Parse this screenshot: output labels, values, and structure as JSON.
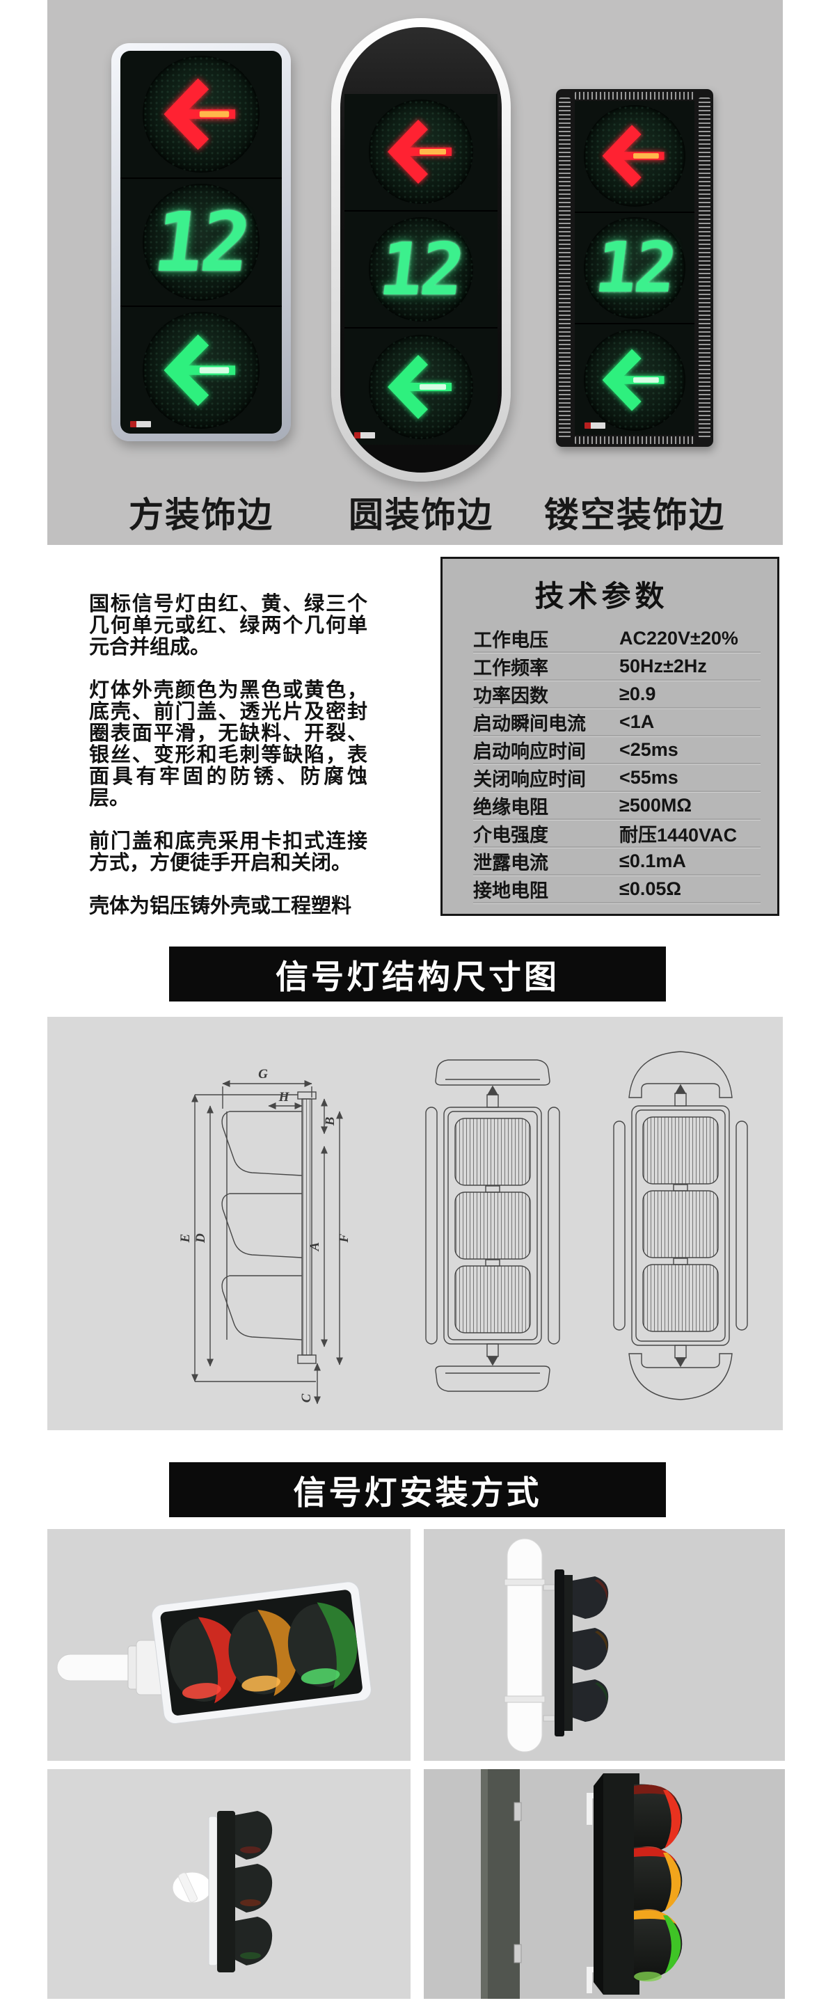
{
  "products": {
    "items": [
      {
        "label": "方装饰边"
      },
      {
        "label": "圆装饰边"
      },
      {
        "label": "镂空装饰边"
      }
    ],
    "countdown": "12"
  },
  "description": {
    "paragraphs": [
      "国标信号灯由红、黄、绿三个几何单元或红、绿两个几何单元合并组成。",
      "灯体外壳颜色为黑色或黄色，底壳、前门盖、透光片及密封圈表面平滑，无缺料、开裂、银丝、变形和毛刺等缺陷，表面具有牢固的防锈、防腐蚀层。",
      "前门盖和底壳采用卡扣式连接方式，方便徒手开启和关闭。",
      "壳体为铝压铸外壳或工程塑料"
    ]
  },
  "specs": {
    "title": "技术参数",
    "rows": [
      {
        "label": "工作电压",
        "value": "AC220V±20%"
      },
      {
        "label": "工作频率",
        "value": "50Hz±2Hz"
      },
      {
        "label": "功率因数",
        "value": "≥0.9"
      },
      {
        "label": "启动瞬间电流",
        "value": "<1A"
      },
      {
        "label": "启动响应时间",
        "value": "<25ms"
      },
      {
        "label": "关闭响应时间",
        "value": "<55ms"
      },
      {
        "label": "绝缘电阻",
        "value": "≥500MΩ"
      },
      {
        "label": "介电强度",
        "value": "耐压1440VAC"
      },
      {
        "label": "泄露电流",
        "value": "≤0.1mA"
      },
      {
        "label": "接地电阻",
        "value": "≤0.05Ω"
      }
    ]
  },
  "banners": {
    "structure": "信号灯结构尺寸图",
    "installation": "信号灯安装方式"
  },
  "diagram": {
    "dims": [
      "G",
      "H",
      "B",
      "E",
      "D",
      "A",
      "F",
      "C"
    ]
  },
  "colors": {
    "section_gray": "#c1c0c0",
    "table_gray": "#b7b7b7",
    "diagram_gray": "#d9d9d9",
    "banner_bg": "#0b0b0b",
    "led_red": "#ff2230",
    "led_green": "#2ef07e",
    "countdown_green": "#3cf08d",
    "hood_red": "#cd2a20",
    "hood_amber": "#bf7a1d",
    "hood_green": "#2c7c2f"
  }
}
